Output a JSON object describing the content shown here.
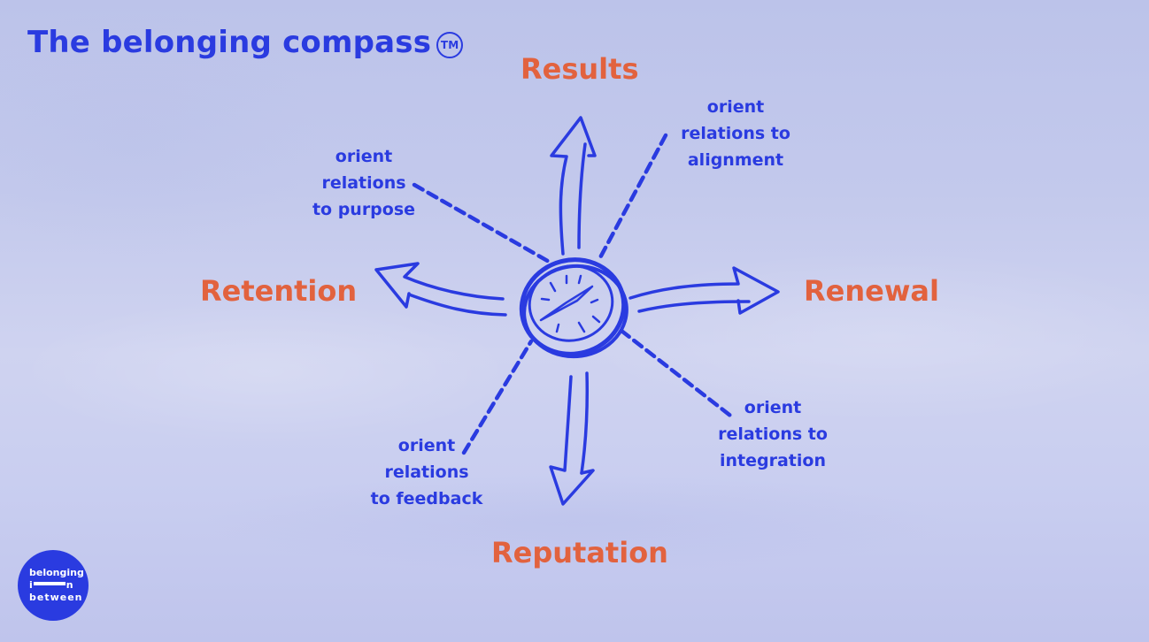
{
  "title": "The belonging compass",
  "trademark": "TM",
  "colors": {
    "primary_blue": "#2a3be0",
    "outcome_orange": "#e2623e",
    "background": "#c3c9ec"
  },
  "center": {
    "icon": "compass-icon"
  },
  "outcomes": {
    "top": "Results",
    "left": "Retention",
    "right": "Renewal",
    "bottom": "Reputation"
  },
  "orientations": {
    "purpose": [
      "orient",
      "relations",
      "to purpose"
    ],
    "alignment": [
      "orient",
      "relations to",
      "alignment"
    ],
    "feedback": [
      "orient",
      "relations",
      "to feedback"
    ],
    "integration": [
      "orient",
      "relations to",
      "integration"
    ]
  },
  "logo": {
    "line1": "belonging",
    "line2_start": "i",
    "line2_end": "n",
    "line3": "between"
  }
}
